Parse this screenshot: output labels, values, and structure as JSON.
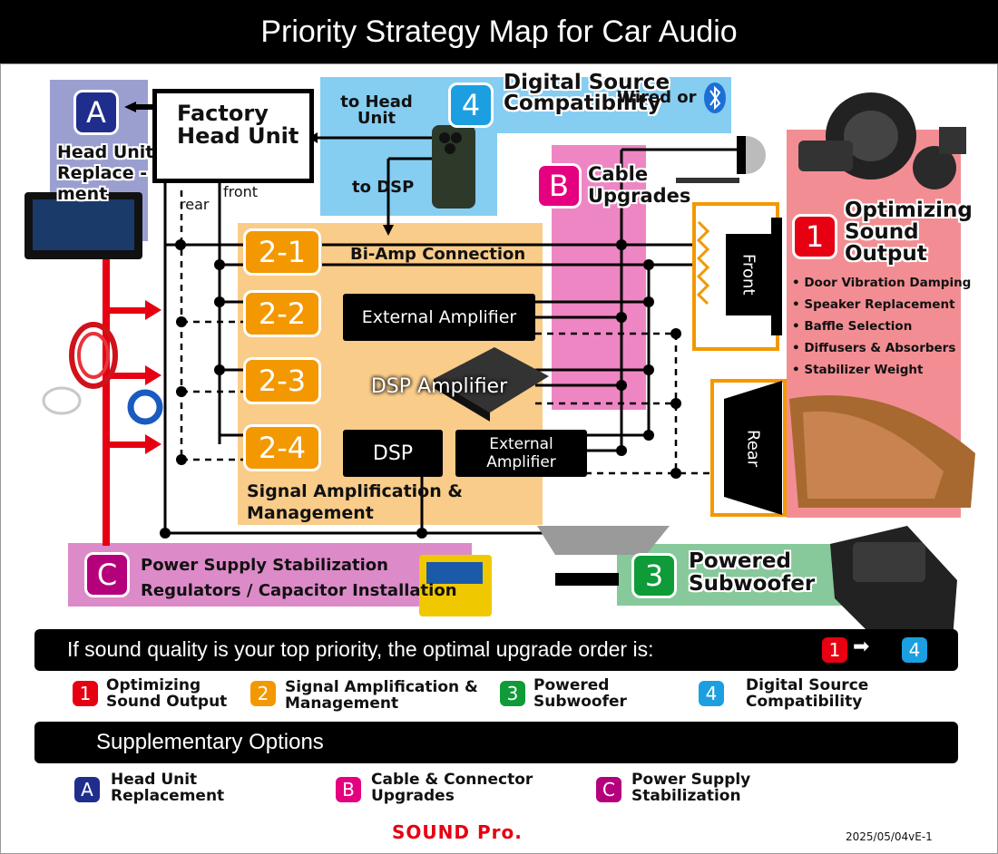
{
  "title": "Priority Strategy Map for Car Audio",
  "head_unit": {
    "label": "Factory Head Unit",
    "rear": "rear",
    "front": "front",
    "badge": "A",
    "replacement": "Head Unit Replace -ment"
  },
  "digital": {
    "badge": "4",
    "label": "Digital Source Compatibility",
    "to_head_unit": "to Head Unit",
    "to_dsp": "to DSP",
    "wired_or": "Wired or"
  },
  "cable": {
    "badge": "B",
    "label": "Cable Upgrades"
  },
  "sound_output": {
    "badge": "1",
    "label": "Optimizing Sound Output",
    "bullets": [
      "Door Vibration Damping",
      "Speaker Replacement",
      "Baffle Selection",
      "Diffusers & Absorbers",
      "Stabilizer Weight"
    ],
    "front": "Front",
    "rear": "Rear"
  },
  "signal": {
    "items": [
      {
        "num": "2-1",
        "label": "Bi-Amp Connection"
      },
      {
        "num": "2-2",
        "label": "External Amplifier"
      },
      {
        "num": "2-3",
        "label": "DSP Amplifier"
      },
      {
        "num": "2-4",
        "label": "DSP",
        "extra": "External Amplifier"
      }
    ],
    "label": "Signal Amplification & Management"
  },
  "power": {
    "badge": "C",
    "line1": "Power Supply Stabilization",
    "line2": "Regulators / Capacitor Installation"
  },
  "subwoofer": {
    "badge": "3",
    "label": "Powered Subwoofer"
  },
  "priority_banner": {
    "text": "If sound quality is your top priority, the optimal upgrade order is:",
    "from": "1",
    "to": "4"
  },
  "legend": [
    {
      "num": "1",
      "label": "Optimizing Sound Output",
      "color": "#e60012"
    },
    {
      "num": "2",
      "label": "Signal Amplification & Management",
      "color": "#f39800"
    },
    {
      "num": "3",
      "label": "Powered Subwoofer",
      "color": "#0f9b38"
    },
    {
      "num": "4",
      "label": "Digital Source Compatibility",
      "color": "#1b9fe0"
    }
  ],
  "supplementary": {
    "title": "Supplementary Options",
    "items": [
      {
        "num": "A",
        "label": "Head Unit Replacement",
        "color": "#1f2e8c"
      },
      {
        "num": "B",
        "label": "Cable & Connector Upgrades",
        "color": "#e4007f"
      },
      {
        "num": "C",
        "label": "Power Supply Stabilization",
        "color": "#b5007c"
      }
    ]
  },
  "brand": "SOUND Pro.",
  "version": "2025/05/04vE-1"
}
